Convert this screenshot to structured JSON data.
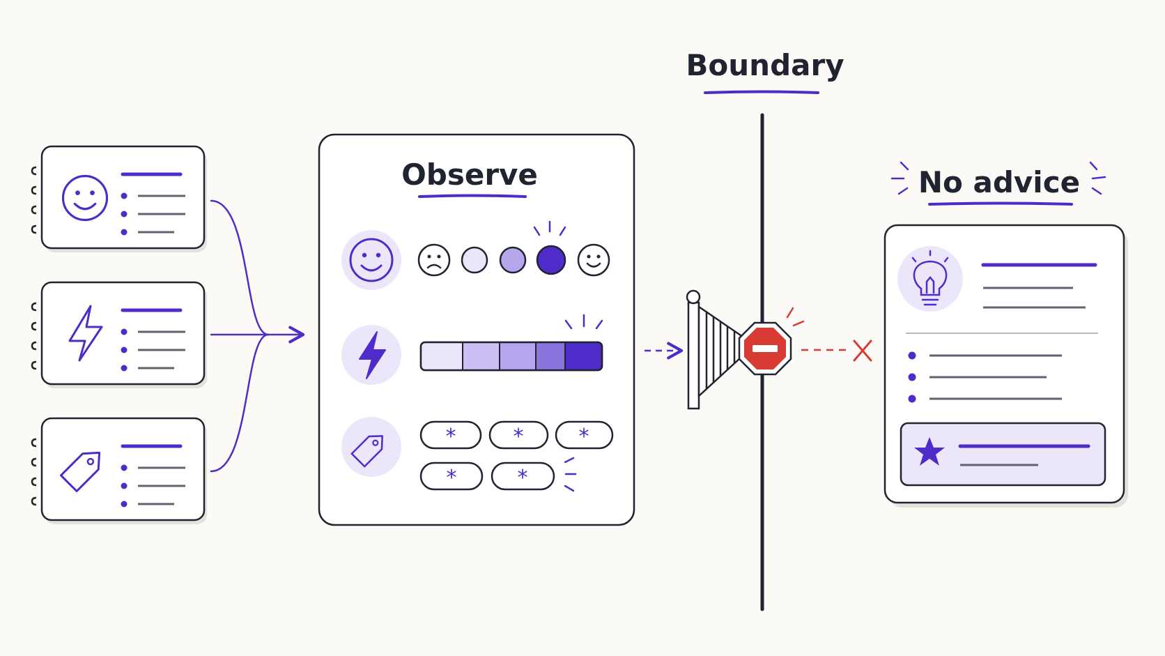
{
  "labels": {
    "boundary": "Boundary",
    "observe": "Observe",
    "no_advice": "No advice"
  },
  "colors": {
    "background": "#fbfaf6",
    "ink": "#1f2430",
    "accent": "#4f2cc9",
    "accent_soft": "#ece6fb",
    "stop_red": "#d83a34",
    "gray_line": "#5d6470"
  },
  "journal_cards": [
    {
      "icon": "smiley-icon"
    },
    {
      "icon": "lightning-icon"
    },
    {
      "icon": "tag-icon"
    }
  ],
  "observe_rows": [
    {
      "icon": "smiley-icon",
      "kind": "mood-scale",
      "levels": 5,
      "selected_level": 4
    },
    {
      "icon": "lightning-icon",
      "kind": "energy-bar",
      "segments": 5,
      "filled_segments": 5
    },
    {
      "icon": "tag-icon",
      "kind": "tag-chips",
      "chips": [
        "*",
        "*",
        "*",
        "*",
        "*"
      ]
    }
  ],
  "advice_card": {
    "icon": "lightbulb-icon",
    "bullets": 3,
    "highlight_icon": "star-icon"
  },
  "connector_icons": [
    "gate-icon",
    "stop-sign-icon",
    "x-mark-icon"
  ]
}
